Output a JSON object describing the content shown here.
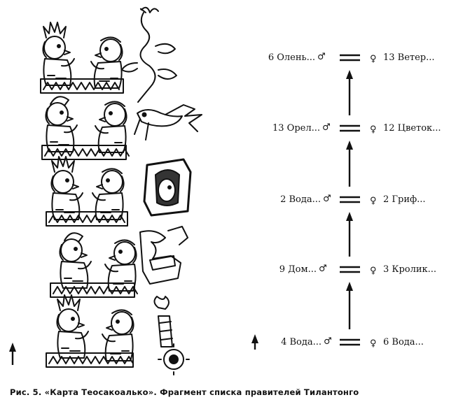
{
  "caption": "Рис. 5. «Карта Теосакоалько». Фрагмент списка правителей Тилантонго",
  "symbols": {
    "male": "♂",
    "female": "♀",
    "equals": "═"
  },
  "genealogy": [
    {
      "male": "6 Олень...",
      "female": "13 Ветер..."
    },
    {
      "male": "13 Орел...",
      "female": "12 Цветок..."
    },
    {
      "male": "2 Вода...",
      "female": "2 Гриф..."
    },
    {
      "male": "9 Дом...",
      "female": "3 Кролик..."
    },
    {
      "male": "4 Вода...",
      "female": "6 Вода..."
    }
  ],
  "reading_direction_icon": "up-arrow-icon"
}
